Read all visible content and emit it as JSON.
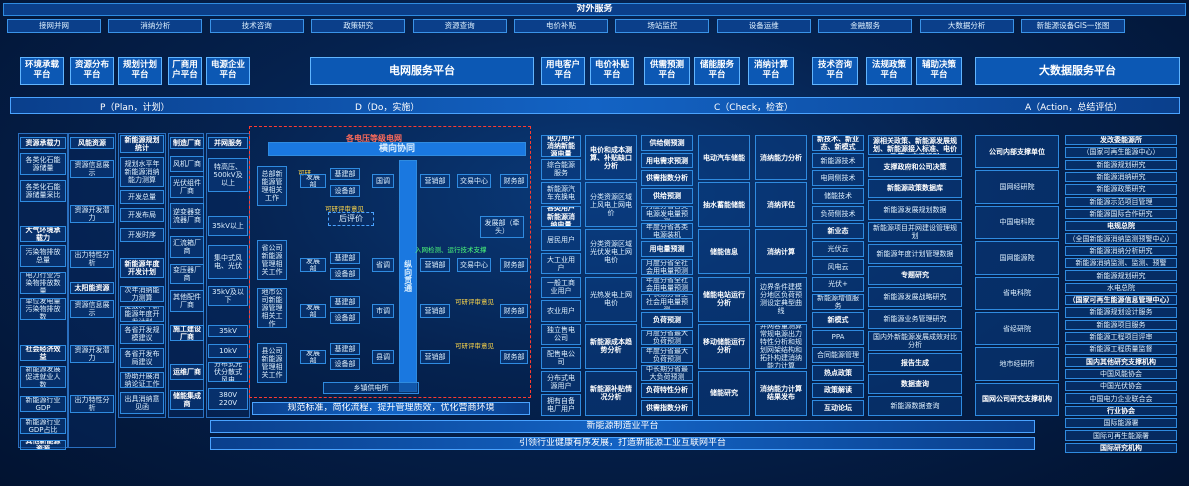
{
  "header": {
    "title": "对外服务",
    "services": [
      "接网并网",
      "消纳分析",
      "技术咨询",
      "政策研究",
      "资源查询",
      "电价补贴",
      "场站监控",
      "设备运维",
      "金融服务",
      "大数据分析",
      "新能源设备GIS一张图"
    ]
  },
  "platforms": [
    "环境承载平台",
    "资源分布平台",
    "规划计划平台",
    "厂商用户平台",
    "电源企业平台",
    "电网服务平台",
    "用电客户平台",
    "电价补贴平台",
    "供需预测平台",
    "储能服务平台",
    "消纳计算平台",
    "技术咨询平台",
    "法规政策平台",
    "辅助决策平台",
    "大数据服务平台"
  ],
  "pdca": [
    "P（Plan，计划）",
    "D（Do，实施）",
    "C（Check，检查）",
    "A（Action，总结评估）"
  ],
  "left_col1": {
    "items": [
      "资源承载力",
      "各类化石能源储量",
      "各类化石能源储量采比",
      "大气环境承载力",
      "污染物排放总量",
      "电力行业污染物排放数量",
      "单位发电量污染物排放数",
      "社会经济效益",
      "新能源发展促进就业人数",
      "新能源行业GDP",
      "新能源行业GDP占比",
      "其他新能源资源"
    ]
  },
  "left_col2": {
    "items": [
      "风能资源",
      "资源信息展示",
      "资源开发潜力",
      "出力特性分析",
      "太阳能资源",
      "资源信息展示",
      "资源开发潜力",
      "出力特性分析"
    ]
  },
  "left_col3": {
    "items": [
      "新能源规划统计",
      "规划水平年新能源消纳能力测算",
      "开发总量",
      "开发布局",
      "开发时序",
      "新能源年度开发计划",
      "次年消纳能力测算",
      "提报次年新能源年度开发计划",
      "各省开发规模建议",
      "各省开发布局建议",
      "协助开展消纳论证工作",
      "出具消纳意见函"
    ]
  },
  "left_col4": {
    "items": [
      "制造厂商",
      "风机厂商",
      "光伏组件厂商",
      "逆变器变流器厂商",
      "汇流箱厂商",
      "变压器厂商",
      "其他配件厂商",
      "施工建设厂商",
      "运维厂商",
      "储能集成商"
    ]
  },
  "left_col5": {
    "items": [
      "并网服务",
      "特高压、500kV及以上",
      "35kV以上",
      "集中式风电、光伏",
      "35kV及以下",
      "35kV",
      "10kV",
      "分布式光伏分散式风电",
      "380V 220V"
    ]
  },
  "grid": {
    "title": "各电压等级电网",
    "subtitle": "横向协同",
    "vertical": "纵向贯通",
    "post_eval": "后评价",
    "tag_fb": "可研评审意见",
    "tag_fb2": "可研评审意见",
    "tag_fb3": "可研评审意见",
    "fb_tag": "可研",
    "dev_dept": "发展部（牵头）",
    "green1": "入网检测、运行技术支撑",
    "orgs": [
      "总部新能源管理相关工作",
      "省公司新能源管理相关工作",
      "地市公司新能源管理相关工作",
      "县公司新能源管理相关工作"
    ],
    "dev": "发展部",
    "infra": "基建部",
    "equip": "设备部",
    "nd": "国调",
    "pd": "省调",
    "cd": "市调",
    "xd": "县调",
    "mkt": "营销部",
    "trade": "交易中心",
    "fin": "财务部",
    "town": "乡镇供电所"
  },
  "bottom": {
    "b1": "规范标准，简化流程，提升管理质效，优化营商环境",
    "b2": "新能源制造业平台",
    "b3": "引领行业健康有序发展，打造新能源工业互联网平台"
  },
  "mid_cols": {
    "c1": [
      "电力用户消纳新能源电量",
      "综合能源服务",
      "新能源汽车充换电",
      "各类用户新能源消纳电量",
      "居民用户",
      "大工业用户",
      "一般工商业用户",
      "农业用户",
      "独立售电公司",
      "配售电公司",
      "分布式电源用户",
      "拥有自备电厂用户"
    ],
    "c2": [
      "电价和成本测算、补贴缺口分析",
      "分类资源区域上风电上网电价",
      "分类资源区域光伏发电上网电价",
      "光热发电上网电价",
      "新能源成本趋势分析",
      "新能源补贴情况分析"
    ],
    "c3": [
      "供给侧预测",
      "用电需求预测",
      "供需指数分析",
      "供给预测",
      "月度分省各类电源发电量预测",
      "年度分省各类电源装机",
      "用电量预测",
      "月度分省全社会用电量预测",
      "年度分省全社会用电量预测",
      "中长期分省全社会用电量预测",
      "负荷预测",
      "月度分省最大负荷预测",
      "年度分省最大负荷预测",
      "中长期分省最大负荷预测",
      "负荷特性分析",
      "供需指数分析"
    ],
    "c4": [
      "电动汽车储能",
      "抽水蓄能储能",
      "储能信息",
      "储能电站运行分析",
      "移动储能运行分析",
      "储能研究"
    ],
    "c5": [
      "消纳能力分析",
      "消纳评估",
      "消纳计算",
      "边界条件建模分地区负荷预测设定典型曲线",
      "并网容量测算常规电源出力特性分析和规划网架结构和拓扑构建消纳能力计算",
      "消纳能力计算结果发布"
    ],
    "c6": [
      "新技术、新业态、新模式",
      "新能源技术",
      "电网侧技术",
      "储能技术",
      "负荷侧技术",
      "新业态",
      "光伏云",
      "风电云",
      "光伏+",
      "新能源增值服务",
      "新模式",
      "PPA",
      "合同能源管理",
      "热点政策",
      "政策解读",
      "互动论坛"
    ],
    "c7": [
      "可再生能源法等法规、新能源相关政策、新能源发展规划、新能源接入标准、电价政策、市场规则",
      "支撑政府和公司决策",
      "新能源政策数据库",
      "新能源发展规划数据",
      "新能源项目并网建设管理规划",
      "新能源年度计划管理数据",
      "专题研究",
      "新能源发展战略研究",
      "新能源业务管理研究",
      "国内外新能源发展成效对比分析",
      "报告生成",
      "数据查询",
      "新能源数据查询"
    ],
    "c8": [
      "公司内部支撑单位",
      "国网经研院",
      "中国电科院",
      "国网能源院",
      "省电科院",
      "省经研院",
      "地市经研所",
      "国网公司研究支撑机构"
    ],
    "c9": [
      "发改委能源所",
      "（国家可再生能源中心）",
      "新能源规划研究",
      "新能源消纳研究",
      "新能源政策研究",
      "新能源示范项目管理",
      "新能源国际合作研究",
      "电规总院",
      "（全国新能源消纳监测预警中心）",
      "新能源消纳分析研究",
      "新能源消纳监测、监测、预警",
      "新能源规划研究",
      "水电总院",
      "（国家可再生能源信息管理中心）",
      "新能源规划设计服务",
      "新能源项目服务",
      "新能源工程项目评审",
      "新能源工程质量监督",
      "国内其他研究支撑机构",
      "中国风能协会",
      "中国光伏协会",
      "中国电力企业联合会",
      "行业协会",
      "国际能源署",
      "国际可再生能源署",
      "国际研究机构"
    ]
  }
}
